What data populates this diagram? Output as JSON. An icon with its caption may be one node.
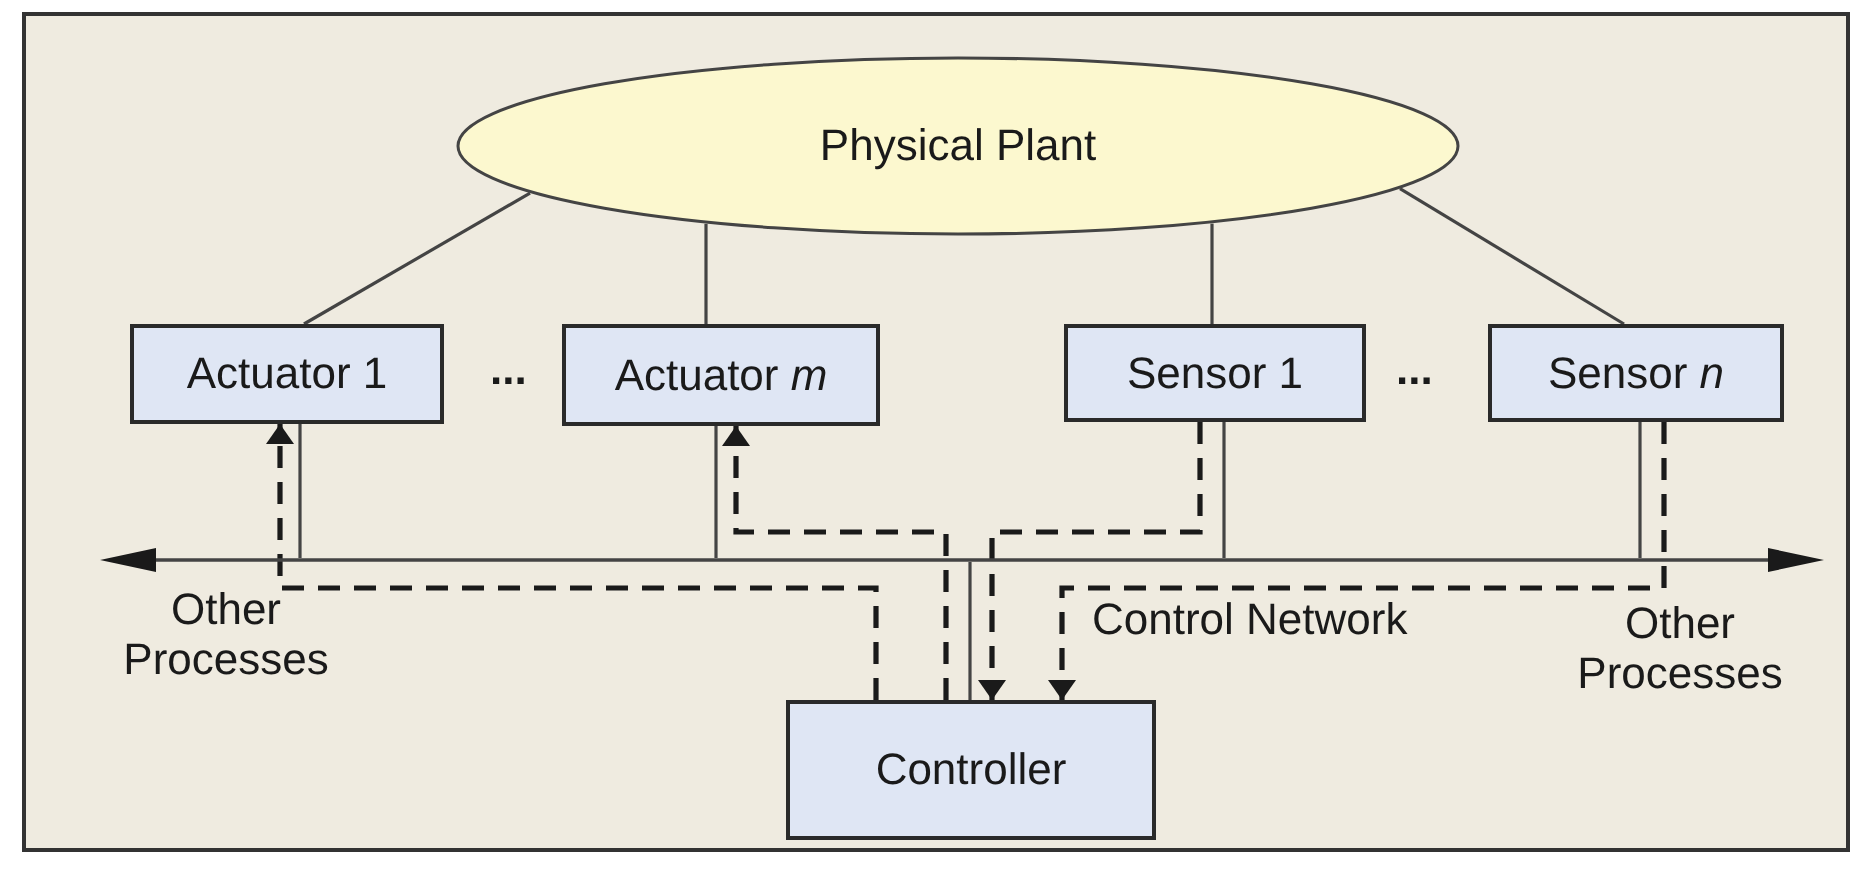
{
  "diagram": {
    "nodes": [
      {
        "text": [
          "Physical Plant"
        ]
      },
      {
        "text": [
          "Actuator 1"
        ]
      },
      {
        "text": [
          "Actuator *m*"
        ]
      },
      {
        "text": [
          "Sensor 1"
        ]
      },
      {
        "text": [
          "Sensor *n*"
        ]
      },
      {
        "text": [
          "Controller"
        ]
      },
      {
        "text": [],
        "shape": "bar",
        "beside": [
          "Control Network"
        ]
      }
    ],
    "edges": [
      {
        "from": 0,
        "to": 1,
        "arrow": "none"
      },
      {
        "from": 0,
        "to": 2,
        "arrow": "none"
      },
      {
        "from": 0,
        "to": 3,
        "arrow": "none"
      },
      {
        "from": 0,
        "to": 4,
        "arrow": "none"
      },
      {
        "from": 1,
        "to": 6,
        "arrow": "none"
      },
      {
        "from": 2,
        "to": 6,
        "arrow": "none"
      },
      {
        "from": 3,
        "to": 6,
        "arrow": "none"
      },
      {
        "from": 4,
        "to": 6,
        "arrow": "none"
      },
      {
        "from": 5,
        "to": 6,
        "arrow": "none"
      },
      {
        "from": 5,
        "to": 1,
        "arrow": "to",
        "style": "dashed"
      },
      {
        "from": 5,
        "to": 2,
        "arrow": "to",
        "style": "dashed"
      },
      {
        "from": 3,
        "to": 5,
        "arrow": "to",
        "style": "dashed"
      },
      {
        "from": 4,
        "to": 5,
        "arrow": "to",
        "style": "dashed"
      }
    ],
    "labels": [
      "...",
      "...",
      "Other Processes",
      "Other Processes"
    ]
  }
}
